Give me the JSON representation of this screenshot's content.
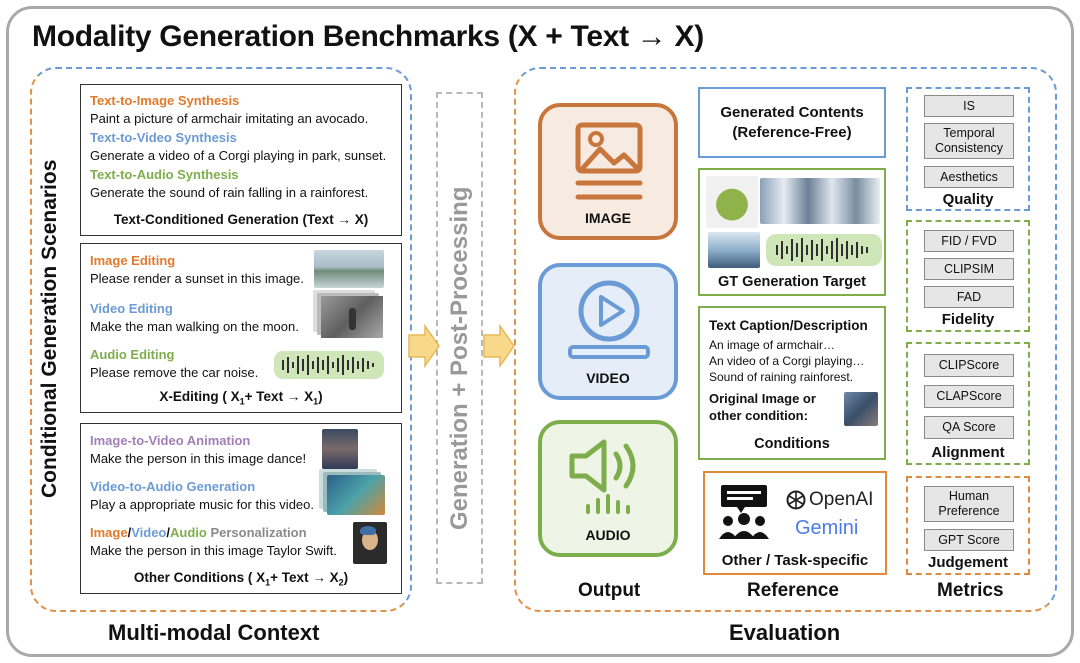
{
  "title": "Modality Generation Benchmarks (X + Text → X)",
  "side_label": "Conditional Generation Scenarios",
  "middle_label": "Generation + Post-Processing",
  "bottom": {
    "left": "Multi-modal Context",
    "right": "Evaluation"
  },
  "colors": {
    "orange": "#e07a2c",
    "blue": "#6b9bd6",
    "green": "#7eae4b",
    "purple": "#a27fb8",
    "gray": "#a9a9a9"
  },
  "text_conditioned": {
    "items": [
      {
        "head": "Text-to-Image Synthesis",
        "desc": "Paint a picture of armchair imitating an avocado."
      },
      {
        "head": "Text-to-Video Synthesis",
        "desc": "Generate a video of a Corgi playing in park, sunset."
      },
      {
        "head": "Text-to-Audio Synthesis",
        "desc": "Generate the sound of rain falling in a rainforest."
      }
    ],
    "footer": "Text-Conditioned Generation (Text → X)"
  },
  "editing": {
    "items": [
      {
        "head": "Image Editing",
        "desc": "Please render a sunset in this image."
      },
      {
        "head": "Video Editing",
        "desc": "Make the man walking on the moon."
      },
      {
        "head": "Audio Editing",
        "desc": "Please remove the car noise."
      }
    ],
    "footer_pre": "X-Editing ( X",
    "footer_sub1": "1",
    "footer_mid": "+ Text → X",
    "footer_sub2": "1",
    "footer_post": ")"
  },
  "other": {
    "items": [
      {
        "head": "Image-to-Video Animation",
        "desc": "Make the person in this image dance!"
      },
      {
        "head": "Video-to-Audio Generation",
        "desc": "Play a appropriate music for this video."
      }
    ],
    "personal": {
      "image": "Image",
      "slash": "/",
      "video": "Video",
      "audio": "Audio",
      "rest": " Personalization",
      "desc": "Make the person in this image Taylor Swift."
    },
    "footer_pre": "Other Conditions ( X",
    "footer_sub1": "1",
    "footer_mid": "+ Text → X",
    "footer_sub2": "2",
    "footer_post": ")"
  },
  "output": {
    "label": "Output",
    "modalities": [
      {
        "label": "IMAGE",
        "icon": "mountain-image-icon"
      },
      {
        "label": "VIDEO",
        "icon": "play-video-icon"
      },
      {
        "label": "AUDIO",
        "icon": "speaker-audio-icon"
      }
    ]
  },
  "reference": {
    "label": "Reference",
    "generated": {
      "line1": "Generated Contents",
      "line2": "(Reference-Free)"
    },
    "gt": {
      "label": "GT Generation Target"
    },
    "caption": {
      "head": "Text Caption/Description",
      "lines": [
        "An image of armchair…",
        "An video of a Corgi playing…",
        "Sound of raining rainforest."
      ],
      "orig1": "Original Image or",
      "orig2": "other condition:",
      "footer": "Conditions"
    },
    "other": {
      "openai": "OpenAI",
      "gemini": "Gemini",
      "label": "Other / Task-specific"
    }
  },
  "metrics": {
    "label": "Metrics",
    "groups": [
      {
        "name": "Quality",
        "items": [
          "IS",
          "Temporal Consistency",
          "Aesthetics"
        ]
      },
      {
        "name": "Fidelity",
        "items": [
          "FID / FVD",
          "CLIPSIM",
          "FAD"
        ]
      },
      {
        "name": "Alignment",
        "items": [
          "CLIPScore",
          "CLAPScore",
          "QA Score"
        ]
      },
      {
        "name": "Judgement",
        "items": [
          "Human Preference",
          "GPT Score"
        ]
      }
    ]
  }
}
